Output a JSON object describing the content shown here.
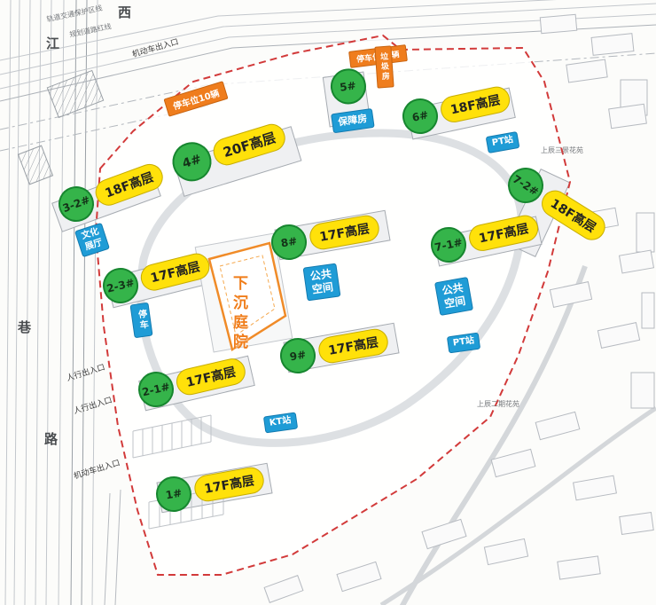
{
  "colors": {
    "marker_green": "#35b44a",
    "floor_yellow": "#ffe10a",
    "facility_blue": "#1f9cd6",
    "parking_orange": "#ef7d1d",
    "boundary_red": "#d23a3a"
  },
  "markers": [
    {
      "num": "3-2#",
      "tag": "18F高层"
    },
    {
      "num": "4#",
      "tag": "20F高层"
    },
    {
      "num": "6#",
      "tag": "18F高层"
    },
    {
      "num": "7-2#",
      "tag": "18F高层"
    },
    {
      "num": "7-1#",
      "tag": "17F高层"
    },
    {
      "num": "8#",
      "tag": "17F高层"
    },
    {
      "num": "2-3#",
      "tag": "17F高层"
    },
    {
      "num": "9#",
      "tag": "17F高层"
    },
    {
      "num": "2-1#",
      "tag": "17F高层"
    },
    {
      "num": "1#",
      "tag": "17F高层"
    }
  ],
  "welfare": {
    "num": "5#",
    "tag": "保障房"
  },
  "facilities": {
    "public_space_center": {
      "line1": "公共",
      "line2": "空间"
    },
    "public_space_east": {
      "line1": "公共",
      "line2": "空间"
    },
    "pt_station_north": "PT站",
    "pt_station_east": "PT站",
    "kt_station": "KT站",
    "culture_hall": {
      "line1": "文化",
      "line2": "展厅"
    },
    "parking": "停车"
  },
  "orange_labels": {
    "parking_row_west": "停车位10辆",
    "parking_row_north": "停车位10辆",
    "garbage_room": "垃圾房",
    "sunken_courtyard": "下沉庭院"
  },
  "annotations": {
    "vehicle_entrance_north": "机动车出入口",
    "pedestrian_entrance_1": "人行出入口",
    "pedestrian_entrance_2": "人行出入口",
    "vehicle_entrance_south": "机动车出入口",
    "rail_protection_line": "轨道交通保护区线",
    "road_red_line": "规划道路红线",
    "street_chars": [
      "西",
      "江",
      "巷",
      "路"
    ],
    "neighbor_east": "上辰三景花苑",
    "neighbor_southeast": "上辰二期花苑"
  }
}
